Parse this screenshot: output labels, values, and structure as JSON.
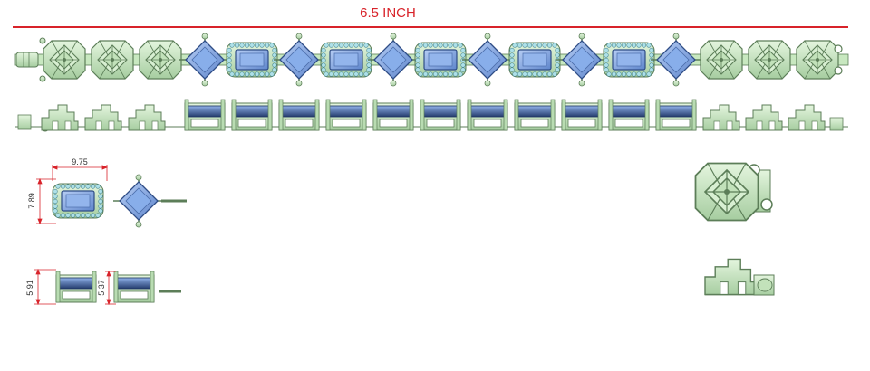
{
  "header": {
    "title": "6.5 INCH"
  },
  "dimensions": {
    "width": "9.75",
    "height": "7.89",
    "side_height_left": "5.91",
    "side_height_right": "5.37"
  },
  "colors": {
    "metal": "#c8e8c0",
    "metal_stroke": "#5c7e58",
    "stone": "#7fa6e6",
    "stone_dark": "#3d5a96",
    "stone_light": "#b6cdf4",
    "accent": "#d8232a"
  },
  "icons": [
    "octagon-setting-link-icon",
    "emerald-halo-link-icon",
    "diamond-stone-link-icon",
    "clasp-icon",
    "side-profile-link-icon"
  ]
}
